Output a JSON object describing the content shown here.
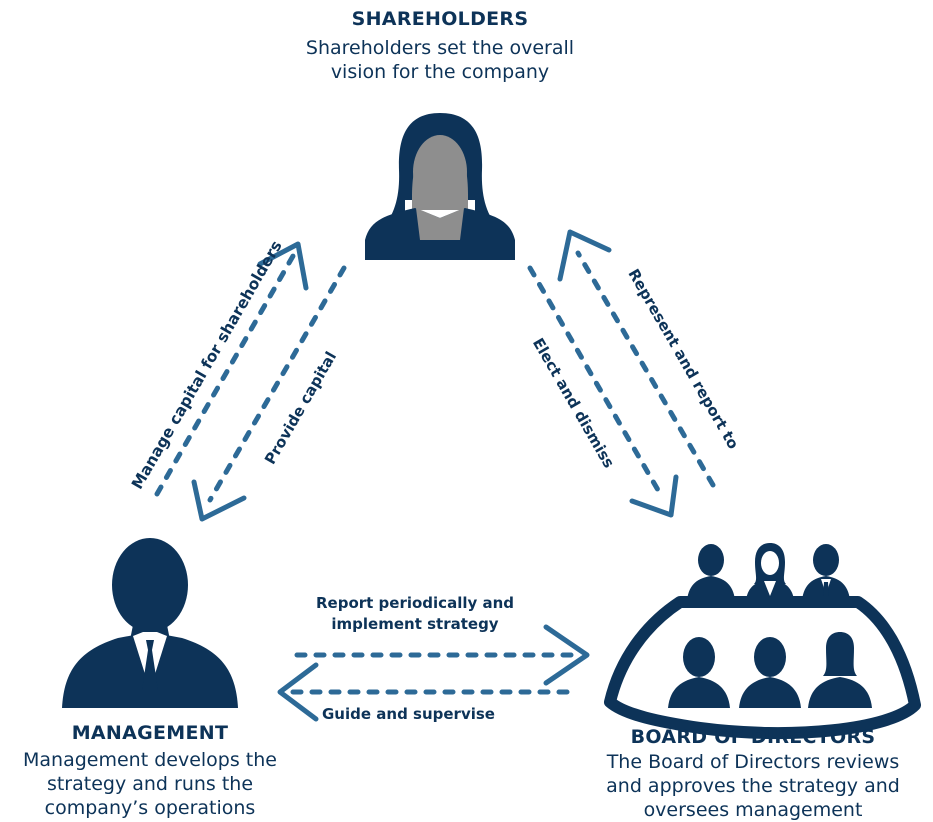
{
  "nodes": {
    "shareholders": {
      "title": "SHAREHOLDERS",
      "desc_line1": "Shareholders set the overall",
      "desc_line2": "vision for the company"
    },
    "management": {
      "title": "MANAGEMENT",
      "desc_line1": "Management develops the",
      "desc_line2": "strategy and runs the",
      "desc_line3": "company’s operations"
    },
    "board": {
      "title": "BOARD OF DIRECTORS",
      "desc_line1": "The Board of Directors reviews",
      "desc_line2": "and approves the strategy and",
      "desc_line3": "oversees management"
    }
  },
  "edges": {
    "manage_capital": "Manage capital for shareholders",
    "provide_capital": "Provide capital",
    "elect_dismiss": "Elect and dismiss",
    "represent_report": "Represent and report to",
    "report_line1": "Report periodically and",
    "report_line2": "implement strategy",
    "guide_supervise": "Guide and supervise"
  },
  "colors": {
    "navy": "#0d3358",
    "arrow_blue": "#2d6a97",
    "face_gray": "#8e8e8e"
  },
  "icons": {
    "shareholders": "woman-silhouette-icon",
    "management": "businessman-silhouette-icon",
    "board": "board-table-icon"
  }
}
